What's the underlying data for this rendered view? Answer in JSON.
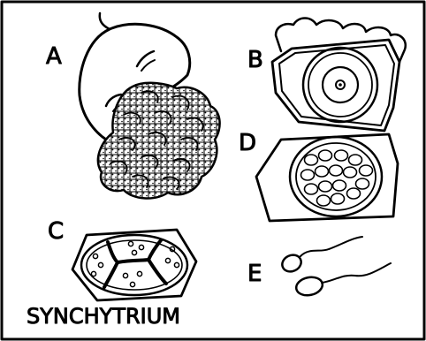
{
  "figure": {
    "title": "SYNCHYTRIUM",
    "panels": [
      {
        "id": "A",
        "label": "A"
      },
      {
        "id": "B",
        "label": "B"
      },
      {
        "id": "C",
        "label": "C"
      },
      {
        "id": "D",
        "label": "D"
      },
      {
        "id": "E",
        "label": "E"
      }
    ]
  }
}
